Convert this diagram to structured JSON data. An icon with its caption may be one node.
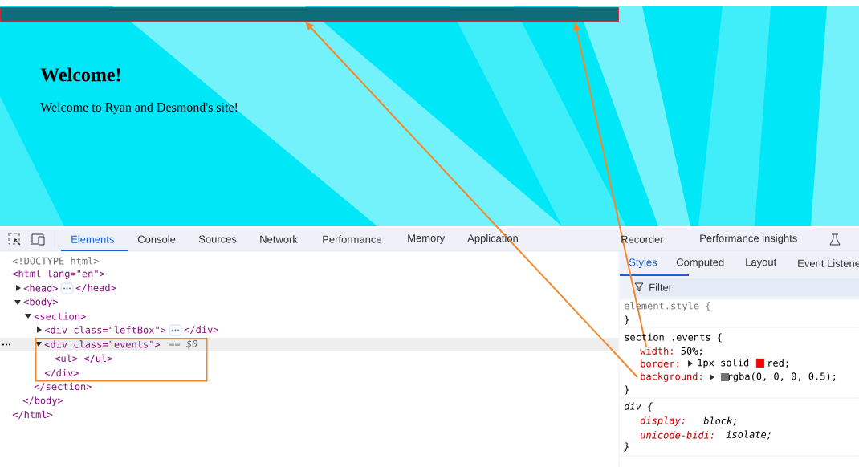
{
  "diagram": {
    "nodes": [
      {
        "text": [],
        "shape": "bar"
      },
      {
        "text": [
          "<div class=\"events\">",
          "== $0",
          "<ul> </ul>",
          "</div>"
        ]
      },
      {
        "text": [
          "width:",
          "50%;"
        ]
      },
      {
        "text": [
          "background:",
          "rgba(0, 0, 0, 0.5);"
        ]
      }
    ],
    "edges": [
      {
        "from": 3,
        "to": 0,
        "arrow": "to"
      },
      {
        "from": 2,
        "to": 0,
        "arrow": "to"
      }
    ],
    "labels": [
      "Welcome!",
      "Welcome to Ryan and Desmond's site!",
      "Elements",
      "Console",
      "Sources",
      "Network",
      "Performance",
      "Memory",
      "Application",
      "Recorder",
      "Performance insights",
      "<!DOCTYPE html>",
      "<html lang=\"en\">",
      "<head>",
      "</head>",
      "<body>",
      "<section>",
      "<div class=\"leftBox\">",
      "</div>",
      "</section>",
      "</body>",
      "</html>",
      "Styles",
      "Computed",
      "Layout",
      "Event Listene",
      "Filter",
      "element.style {",
      "}",
      "section .events {",
      "border:",
      "1px solid",
      "red;",
      "}",
      "div {",
      "display:",
      "block;",
      "unicode-bidi:",
      "isolate;",
      "}"
    ]
  }
}
